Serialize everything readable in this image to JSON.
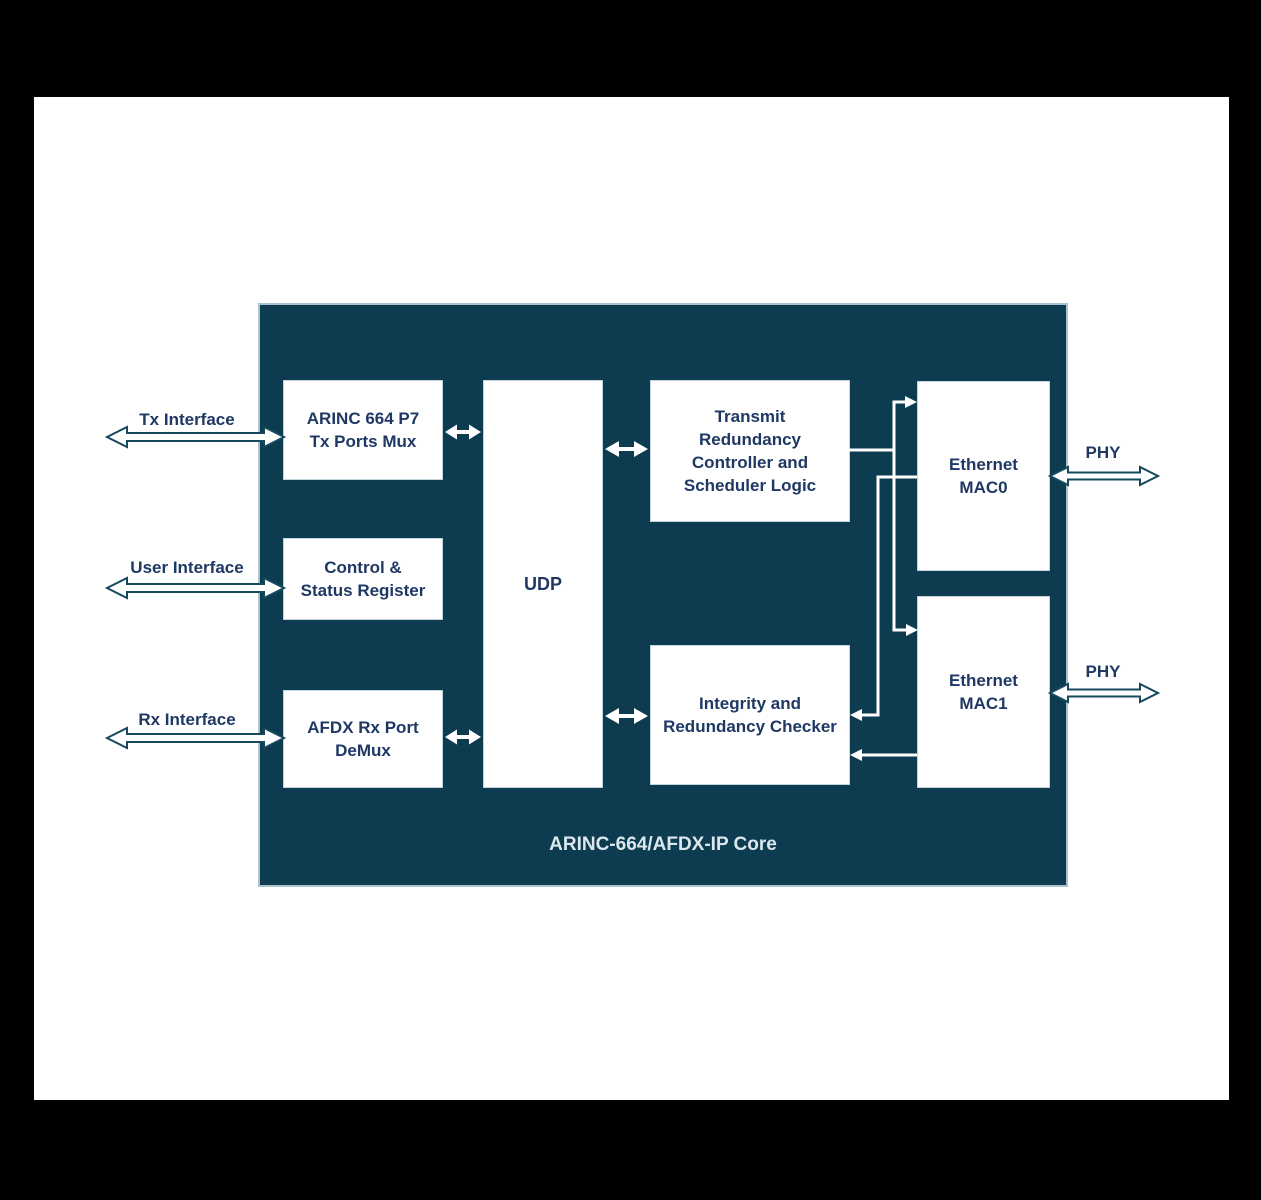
{
  "diagram": {
    "core_title": "ARINC-664/AFDX-IP Core",
    "blocks": {
      "arinc_tx_mux": "ARINC 664 P7\nTx Ports Mux",
      "control_status": "Control &\nStatus Register",
      "afdx_rx_demux": "AFDX Rx Port\nDeMux",
      "udp": "UDP",
      "transmit": "Transmit\nRedundancy\nController and\nScheduler Logic",
      "integrity": "Integrity and\nRedundancy Checker",
      "mac0": "Ethernet\nMAC0",
      "mac1": "Ethernet\nMAC1"
    },
    "labels": {
      "tx_interface": "Tx Interface",
      "user_interface": "User Interface",
      "rx_interface": "Rx Interface",
      "phy_top": "PHY",
      "phy_bottom": "PHY"
    },
    "colors": {
      "frame_bg": "#000000",
      "page_bg": "#ffffff",
      "core_bg": "#0d3c51",
      "block_bg": "#ffffff",
      "text_navy": "#1f3864",
      "core_title_text": "#dce7ed",
      "arrow_outline": "#16485e"
    }
  }
}
